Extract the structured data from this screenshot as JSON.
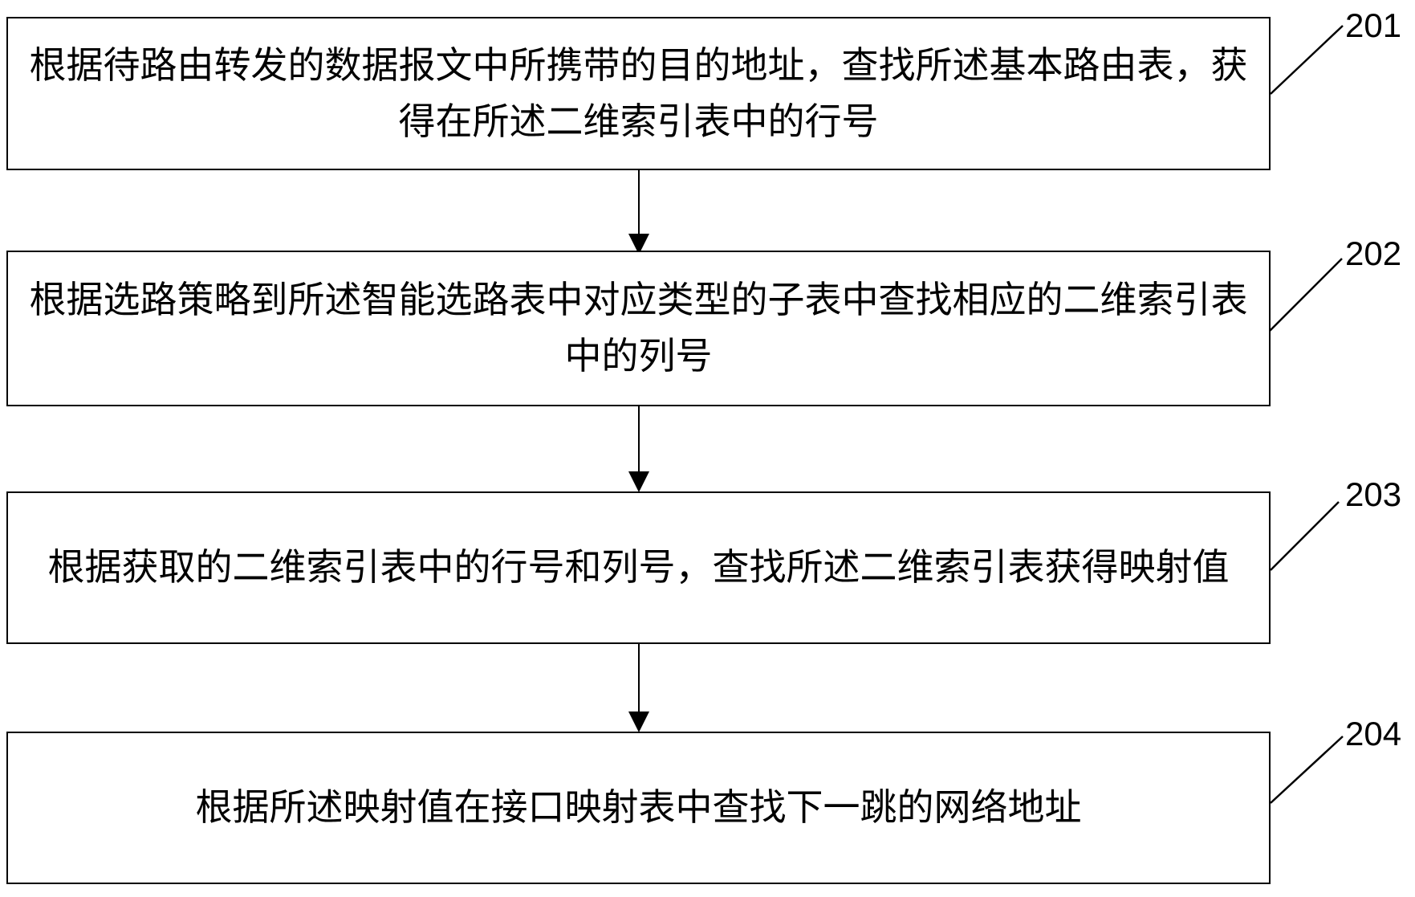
{
  "figure": {
    "background_color": "#ffffff",
    "line_color": "#000000",
    "type": "flowchart",
    "steps": [
      {
        "id": "201",
        "lines": [
          "根据待路由转发的数据报文中所携带的目的地址，查找所述基本路由表，获",
          "得在所述二维索引表中的行号"
        ]
      },
      {
        "id": "202",
        "lines": [
          "根据选路策略到所述智能选路表中对应类型的子表中查找相应的二维索引表",
          "中的列号"
        ]
      },
      {
        "id": "203",
        "lines": [
          "根据获取的二维索引表中的行号和列号，查找所述二维索引表获得映射值"
        ]
      },
      {
        "id": "204",
        "lines": [
          "根据所述映射值在接口映射表中查找下一跳的网络地址"
        ]
      }
    ]
  }
}
